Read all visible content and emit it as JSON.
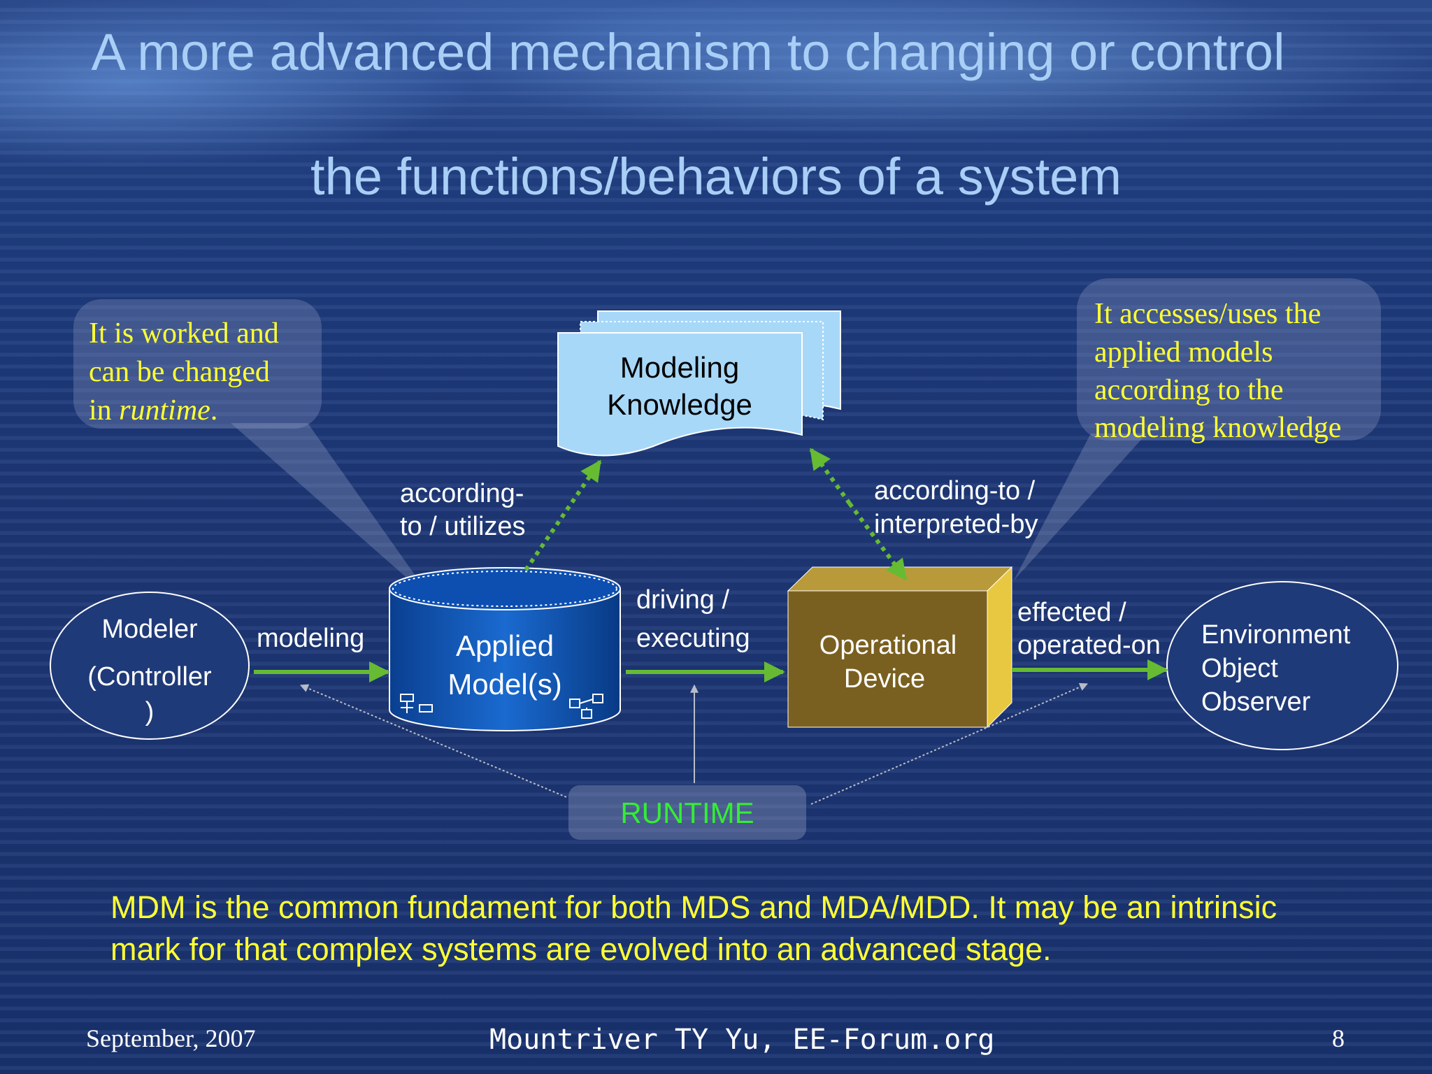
{
  "slide": {
    "title_line1": "A more advanced mechanism to changing or control",
    "title_line2": "the functions/behaviors of a system",
    "summary": "MDM is the common fundament for both MDS and MDA/MDD. It may be an intrinsic mark for that complex systems are evolved into an advanced stage.",
    "footer": {
      "date": "September, 2007",
      "author": "Mountriver TY Yu, EE-Forum.org",
      "page": "8"
    }
  },
  "diagram": {
    "callout_left": {
      "line1": "It is worked and",
      "line2": "can be changed",
      "line3_prefix": "in ",
      "line3_emphasis": "runtime",
      "line3_suffix": "."
    },
    "callout_right": {
      "lines": [
        "It accesses/uses the",
        "applied models",
        "according to the",
        "modeling knowledge"
      ]
    },
    "modeling_knowledge": [
      "Modeling",
      "Knowledge"
    ],
    "applied_models": [
      "Applied",
      "Model(s)"
    ],
    "operational_device": [
      "Operational",
      "Device"
    ],
    "modeler": [
      "Modeler",
      "(Controller",
      ")"
    ],
    "environment": [
      "Environment",
      "Object",
      "Observer"
    ],
    "edge_labels": {
      "according_to_utilizes": [
        "according-",
        "to / utilizes"
      ],
      "according_to_interpreted_by": [
        "according-to /",
        "interpreted-by"
      ],
      "modeling": "modeling",
      "driving_executing": [
        "driving /",
        "executing"
      ],
      "effected_operated_on": [
        "effected /",
        "operated-on"
      ]
    },
    "runtime_label": "RUNTIME",
    "colors": {
      "callout_text": "#ffff33",
      "runtime_text": "#33ee33",
      "arrow_green": "#66bb33",
      "cylinder_blue": "#0a4fa8",
      "device_brown": "#7a6020",
      "knowledge_fill": "#a8d8f8"
    }
  }
}
